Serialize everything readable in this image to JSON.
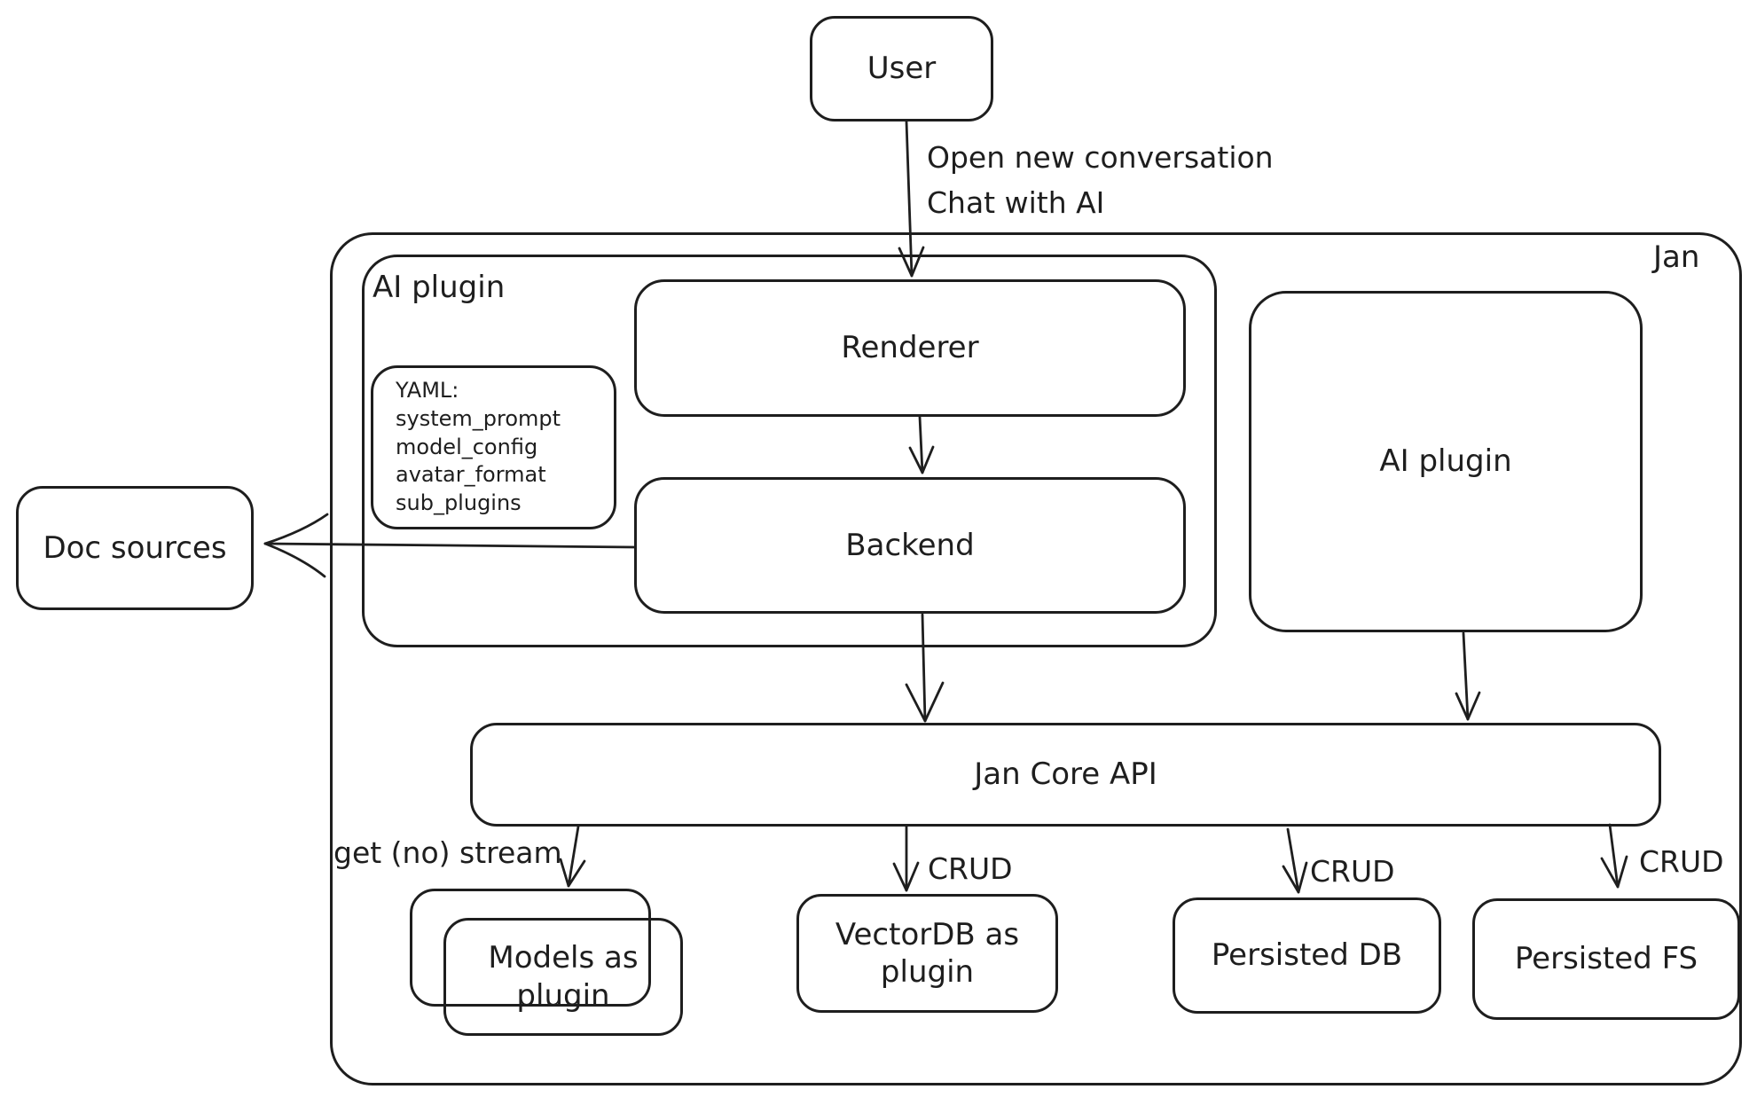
{
  "diagram": {
    "colors": {
      "stroke": "#1e1e1e",
      "background": "#ffffff"
    },
    "nodes": {
      "jan_group": {
        "label": "Jan"
      },
      "user": {
        "label": "User"
      },
      "ai_plugin_group": {
        "label": "AI plugin"
      },
      "renderer": {
        "label": "Renderer"
      },
      "backend": {
        "label": "Backend"
      },
      "yaml_note": {
        "lines": [
          "YAML:",
          "system_prompt",
          "model_config",
          "avatar_format",
          "sub_plugins"
        ]
      },
      "doc_sources": {
        "label": "Doc sources"
      },
      "ai_plugin_right": {
        "label": "AI plugin"
      },
      "jan_core_api": {
        "label": "Jan Core API"
      },
      "models_as_plugin": {
        "lines": [
          "Models as",
          "plugin"
        ]
      },
      "vectordb_as_plugin": {
        "lines": [
          "VectorDB as",
          "plugin"
        ]
      },
      "persisted_db": {
        "label": "Persisted DB"
      },
      "persisted_fs": {
        "label": "Persisted FS"
      }
    },
    "edges": {
      "user_to_renderer": {
        "lines": [
          "Open new conversation",
          "Chat with AI"
        ]
      },
      "jan_core_to_models": {
        "label": "get (no) stream"
      },
      "jan_core_to_vectordb": {
        "label": "CRUD"
      },
      "jan_core_to_persisted_db": {
        "label": "CRUD"
      },
      "jan_core_to_persisted_fs": {
        "label": "CRUD"
      }
    }
  }
}
